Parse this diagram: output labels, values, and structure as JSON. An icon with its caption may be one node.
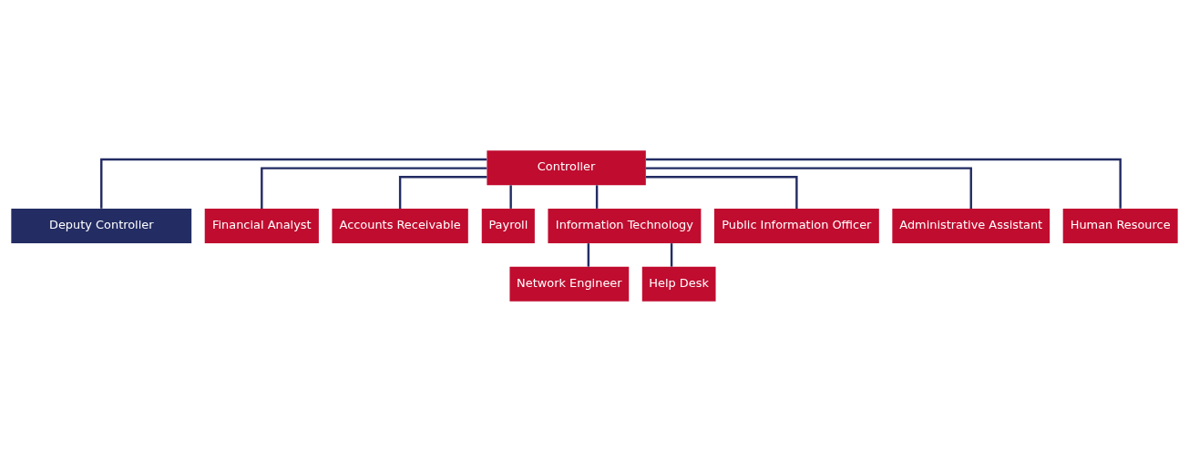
{
  "diagram": {
    "nodes": [
      {
        "text": [
          "Controller"
        ]
      },
      {
        "text": [
          "Deputy Controller"
        ]
      },
      {
        "text": [
          "Financial Analyst"
        ]
      },
      {
        "text": [
          "Accounts Receivable"
        ]
      },
      {
        "text": [
          "Payroll"
        ]
      },
      {
        "text": [
          "Information Technology"
        ]
      },
      {
        "text": [
          "Public Information Officer"
        ]
      },
      {
        "text": [
          "Administrative Assistant"
        ]
      },
      {
        "text": [
          "Human Resource"
        ]
      },
      {
        "text": [
          "Network Engineer"
        ]
      },
      {
        "text": [
          "Help Desk"
        ]
      }
    ],
    "edges": [
      {
        "from": 0,
        "to": 1,
        "arrow": "none"
      },
      {
        "from": 0,
        "to": 2,
        "arrow": "none"
      },
      {
        "from": 0,
        "to": 3,
        "arrow": "none"
      },
      {
        "from": 0,
        "to": 4,
        "arrow": "none"
      },
      {
        "from": 0,
        "to": 5,
        "arrow": "none"
      },
      {
        "from": 0,
        "to": 6,
        "arrow": "none"
      },
      {
        "from": 0,
        "to": 7,
        "arrow": "none"
      },
      {
        "from": 0,
        "to": 8,
        "arrow": "none"
      },
      {
        "from": 5,
        "to": 9,
        "arrow": "none"
      },
      {
        "from": 5,
        "to": 10,
        "arrow": "none"
      }
    ]
  }
}
